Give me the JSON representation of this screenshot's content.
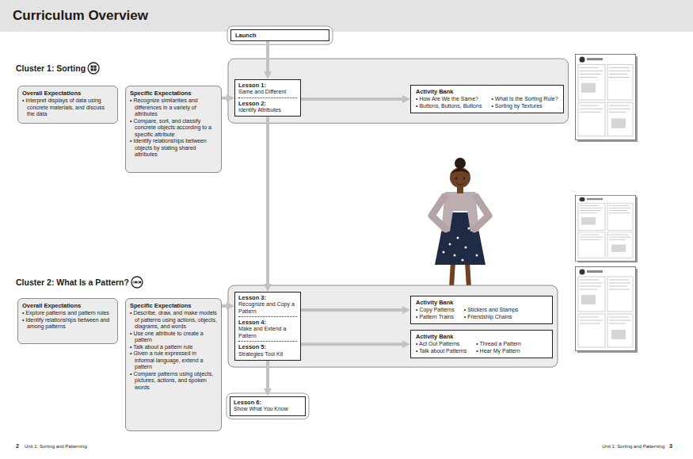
{
  "diagram": {
    "title": "Curriculum Overview",
    "nodes": [
      {
        "text": [
          "Launch"
        ]
      },
      {
        "text": [
          "Overall Expectations",
          "• Interpret displays of data using concrete materials, and discuss the data"
        ]
      },
      {
        "text": [
          "Specific Expectations",
          "• Recognize similarities and differences in a variety of attributes",
          "• Compare, sort, and classify concrete objects according to a specific attribute",
          "• Identify relationships between objects by stating shared attributes"
        ]
      },
      {
        "text": [
          "Lesson 1:",
          "Same and Different",
          "Lesson 2:",
          "Identify Attributes"
        ]
      },
      {
        "text": [
          "Activity Bank",
          "• How Are We the Same?",
          "• What Is the Sorting Rule?",
          "• Buttons, Buttons, Buttons",
          "• Sorting by Textures"
        ]
      },
      {
        "text": [
          "Overall Expectations",
          "• Explore patterns and pattern rules",
          "• Identify relationships between and among patterns"
        ]
      },
      {
        "text": [
          "Specific Expectations",
          "• Describe, draw, and make models of patterns using actions, objects, diagrams, and words",
          "• Use one attribute to create a pattern",
          "• Talk about a pattern rule",
          "• Given a rule expressed in informal language, extend a pattern",
          "• Compare patterns using objects, pictures, actions, and spoken words"
        ]
      },
      {
        "text": [
          "Lesson 3:",
          "Recognize and Copy a Pattern",
          "Lesson 4:",
          "Make and Extend a Pattern",
          "Lesson 5:",
          "Strategies Tool Kit"
        ]
      },
      {
        "text": [
          "Activity Bank",
          "• Copy Patterns",
          "• Stickers and Stamps",
          "• Pattern Trains",
          "• Friendship Chains"
        ]
      },
      {
        "text": [
          "Activity Bank",
          "• Act Out Patterns",
          "• Thread a Pattern",
          "• Talk about Patterns",
          "• Hear My Pattern"
        ]
      },
      {
        "text": [
          "Lesson 6:",
          "Show What You Know"
        ]
      }
    ],
    "edges": [
      {
        "from": 0,
        "to": 3,
        "arrow": "to"
      },
      {
        "from": 2,
        "to": 3,
        "arrow": "to"
      },
      {
        "from": 3,
        "to": 4,
        "arrow": "to"
      },
      {
        "from": 3,
        "to": 7,
        "arrow": "to"
      },
      {
        "from": 6,
        "to": 7,
        "arrow": "to"
      },
      {
        "from": 7,
        "to": 8,
        "arrow": "to"
      },
      {
        "from": 7,
        "to": 9,
        "arrow": "to"
      },
      {
        "from": 7,
        "to": 10,
        "arrow": "to"
      }
    ],
    "labels": [
      "Cluster 1: Sorting",
      "Cluster 2: What Is a Pattern?",
      "2",
      "Unit 1: Sorting and Patterning",
      "Unit 1: Sorting and Patterning",
      "3"
    ]
  }
}
